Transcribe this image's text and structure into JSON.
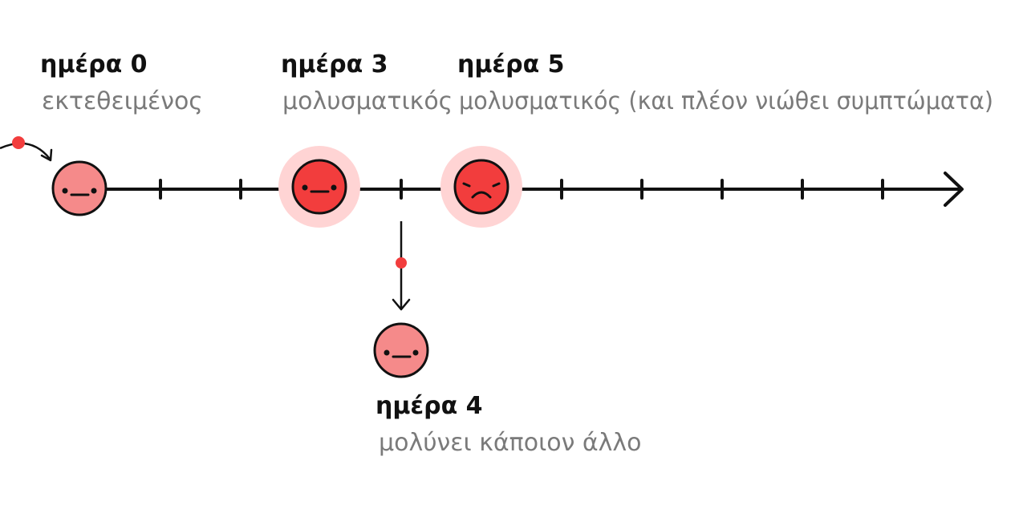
{
  "colors": {
    "line": "#111111",
    "face_light": "#f58a8a",
    "face_dark": "#f23d3d",
    "halo": "#ffd4d4",
    "dot": "#f23d3d",
    "day_text": "#111111",
    "desc_text": "#7a7a7a"
  },
  "events": [
    {
      "day": "ημέρα 0",
      "state": "εκτεθειμένος",
      "face": "neutral",
      "infectious": false
    },
    {
      "day": "ημέρα 3",
      "state": "μολυσματικός",
      "face": "neutral",
      "infectious": true
    },
    {
      "day": "ημέρα 5",
      "state": "μολυσματικός (και πλέον νιώθει συμπτώματα)",
      "face": "sad",
      "infectious": true
    },
    {
      "day": "ημέρα 4",
      "state": "μολύνει κάποιον άλλο",
      "face": "neutral",
      "infectious": false
    }
  ]
}
